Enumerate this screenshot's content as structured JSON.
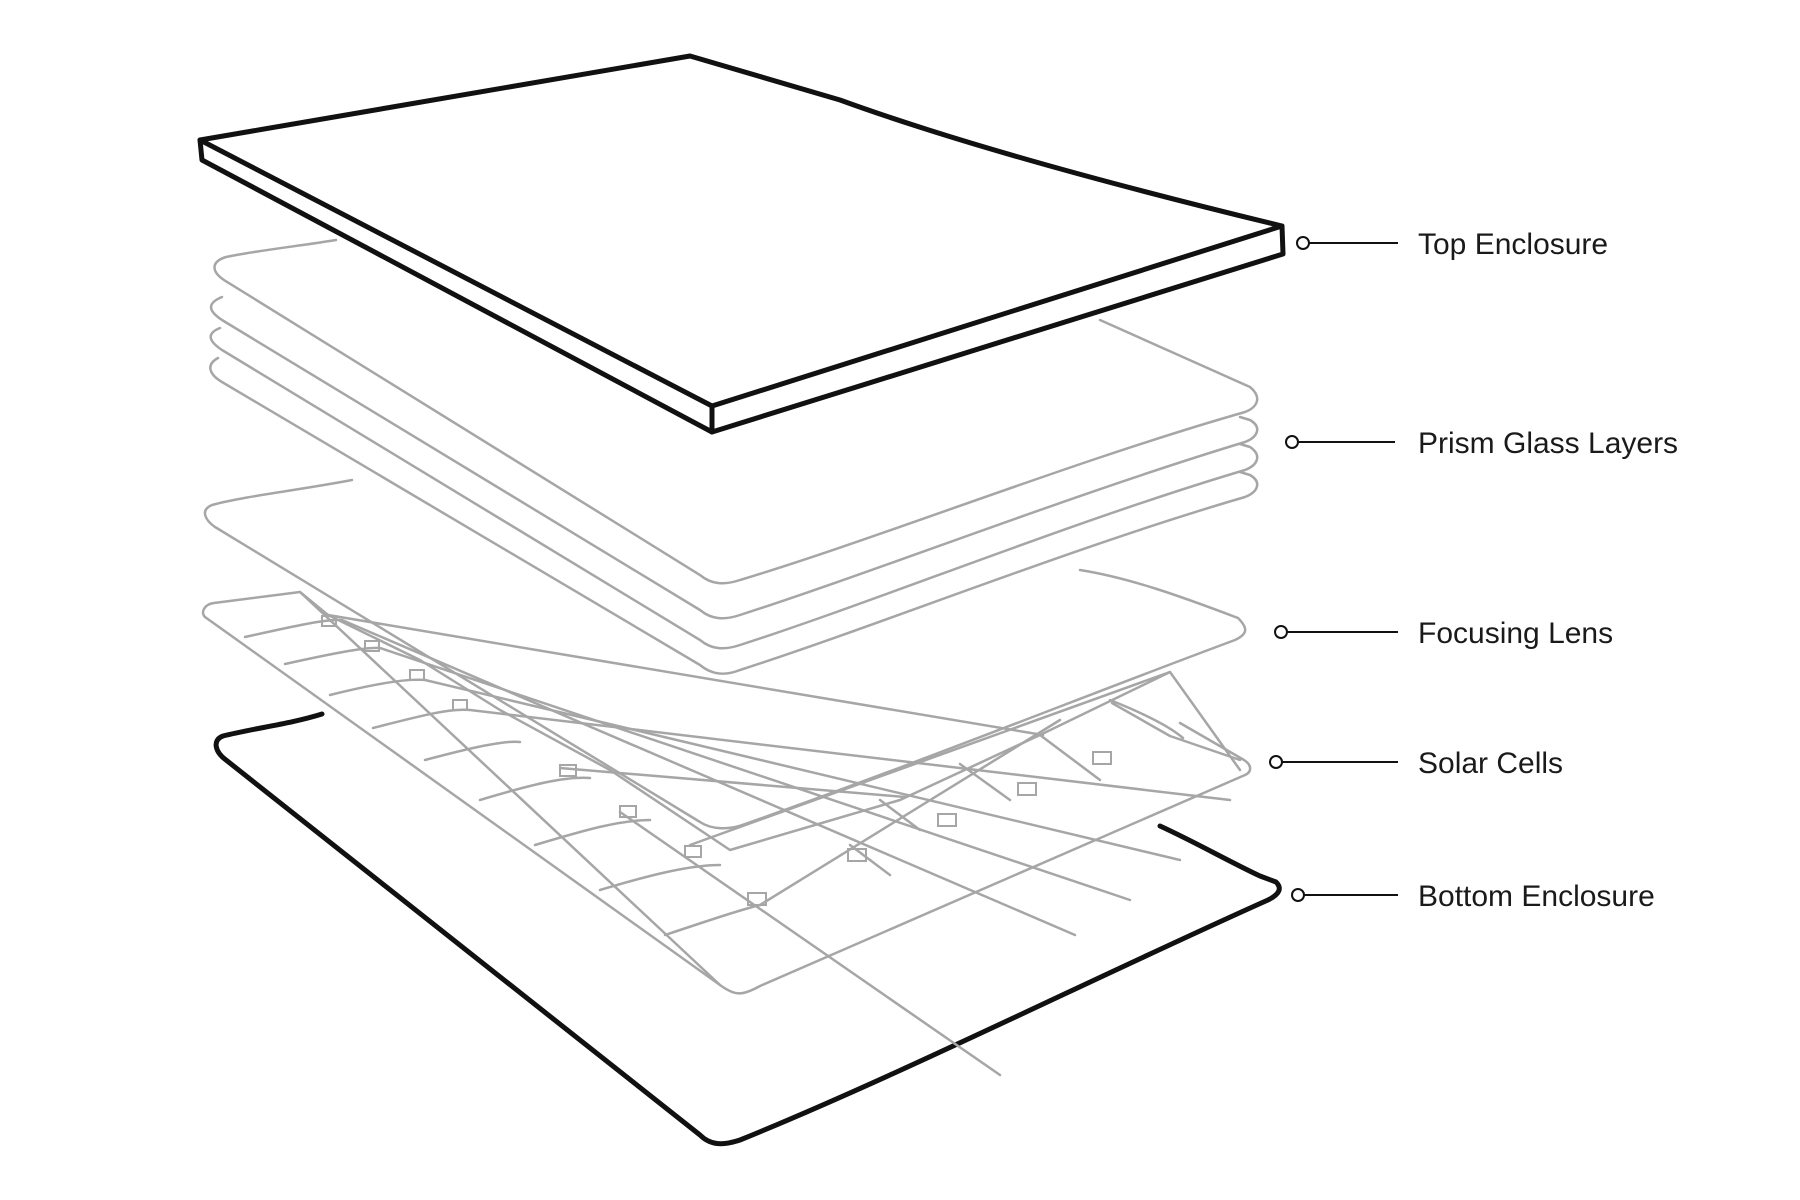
{
  "labels": [
    {
      "id": "top-enclosure",
      "text": "Top Enclosure"
    },
    {
      "id": "prism-glass-layers",
      "text": "Prism Glass Layers"
    },
    {
      "id": "focusing-lens",
      "text": "Focusing Lens"
    },
    {
      "id": "solar-cells",
      "text": "Solar Cells"
    },
    {
      "id": "bottom-enclosure",
      "text": "Bottom Enclosure"
    }
  ],
  "colors": {
    "bold_stroke": "#111111",
    "thin_stroke": "#a6a6a6",
    "label_text": "#1a1a1a",
    "background": "#ffffff"
  }
}
